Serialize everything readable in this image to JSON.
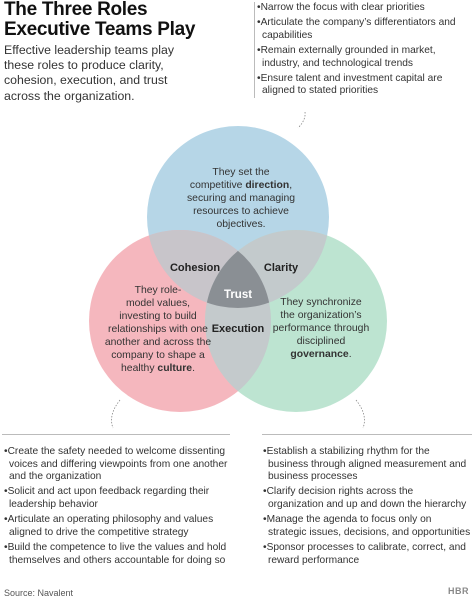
{
  "title_lines": [
    "The Three Roles",
    "Executive Teams Play"
  ],
  "intro": "Effective leadership teams play these roles to produce clarity, cohesion, execution, and trust across the organization.",
  "top_bullets": [
    "Narrow the focus with clear priorities",
    "Articulate the company’s differentiators and capabilities",
    "Remain externally grounded in market, industry, and technological trends",
    "Ensure talent and investment capital are aligned to stated priorities"
  ],
  "circles": {
    "direction": {
      "color": "#a9cfe3",
      "lines": [
        [
          "They set the"
        ],
        [
          "competitive ",
          "direction",
          ","
        ],
        [
          "securing and managing"
        ],
        [
          "resources to achieve"
        ],
        [
          "objectives."
        ]
      ]
    },
    "culture": {
      "color": "#f3aab3",
      "lines": [
        [
          "They role-"
        ],
        [
          "model values,"
        ],
        [
          "investing to build"
        ],
        [
          "relationships with one"
        ],
        [
          "another and across the"
        ],
        [
          "company to shape a"
        ],
        [
          "healthy ",
          "culture",
          "."
        ]
      ]
    },
    "governance": {
      "color": "#b2dfc9",
      "lines": [
        [
          "They synchronize"
        ],
        [
          "the organization’s"
        ],
        [
          "performance through"
        ],
        [
          "disciplined"
        ],
        [
          "governance",
          "."
        ]
      ]
    }
  },
  "overlaps": {
    "cohesion": "Cohesion",
    "clarity": "Clarity",
    "execution": "Execution",
    "trust": "Trust",
    "center_color": "#8a8f94"
  },
  "left_bullets": [
    "Create the safety needed to welcome dissenting voices and differing viewpoints from one another and the organization",
    "Solicit and act upon feedback regarding their leadership behavior",
    "Articulate an operating philosophy and values aligned to drive the competitive strategy",
    "Build the competence to live the values and hold themselves and others accountable for doing so"
  ],
  "right_bullets": [
    "Establish a stabilizing rhythm for the business through aligned measurement and business processes",
    "Clarify decision rights across the organization and up and down the hierarchy",
    "Manage the agenda to focus only on strategic issues, decisions, and opportunities",
    "Sponsor processes to calibrate, correct, and reward performance"
  ],
  "source": "Source: Navalent",
  "brand": "HBR"
}
